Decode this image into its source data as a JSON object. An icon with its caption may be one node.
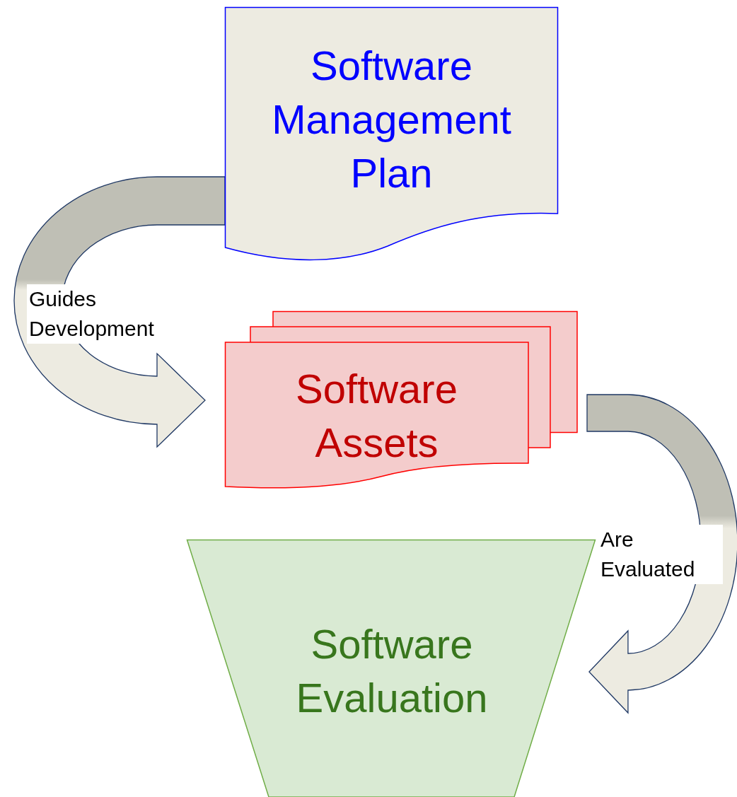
{
  "diagram": {
    "nodes": [
      {
        "text": [
          "Software Management Plan"
        ]
      },
      {
        "text": [
          "Software Assets"
        ]
      },
      {
        "text": [
          "Software Evaluation"
        ]
      }
    ],
    "edges": [
      {
        "from": 0,
        "to": 1,
        "arrow": "to",
        "label": "Guides Development"
      },
      {
        "from": 1,
        "to": 2,
        "arrow": "to",
        "label": "Are Evaluated"
      }
    ]
  }
}
